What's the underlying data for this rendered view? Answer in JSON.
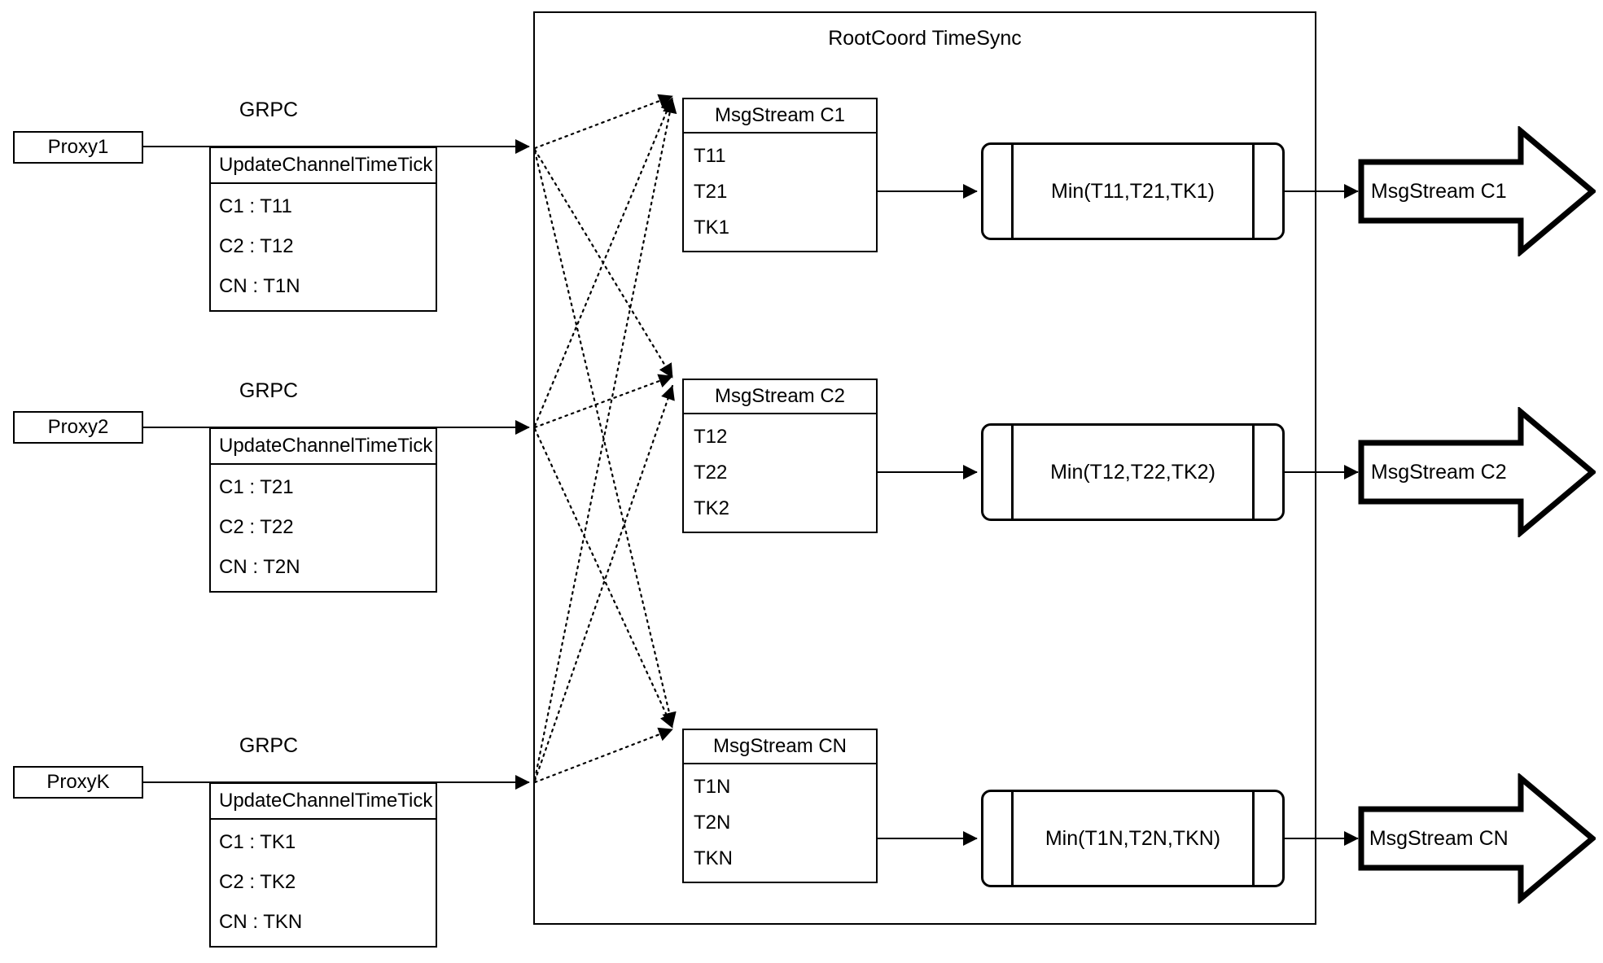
{
  "diagram": {
    "title": "RootCoord TimeSync",
    "stroke_color": "#000000",
    "background_color": "#ffffff"
  },
  "proxies": [
    {
      "name": "Proxy1",
      "link_label": "GRPC",
      "request": {
        "title": "UpdateChannelTimeTick",
        "rows": [
          "C1 :  T11",
          "C2 :  T12",
          "CN : T1N"
        ]
      }
    },
    {
      "name": "Proxy2",
      "link_label": "GRPC",
      "request": {
        "title": "UpdateChannelTimeTick",
        "rows": [
          "C1 :  T21",
          "C2 :  T22",
          "CN : T2N"
        ]
      }
    },
    {
      "name": "ProxyK",
      "link_label": "GRPC",
      "request": {
        "title": "UpdateChannelTimeTick",
        "rows": [
          "C1 :  TK1",
          "C2 :  TK2",
          "CN : TKN"
        ]
      }
    }
  ],
  "channels": [
    {
      "collector": {
        "title": "MsgStream C1",
        "rows": [
          "T11",
          "T21",
          "TK1"
        ]
      },
      "process": "Min(T11,T21,TK1)",
      "output": "MsgStream C1"
    },
    {
      "collector": {
        "title": "MsgStream C2",
        "rows": [
          "T12",
          "T22",
          "TK2"
        ]
      },
      "process": "Min(T12,T22,TK2)",
      "output": "MsgStream C2"
    },
    {
      "collector": {
        "title": "MsgStream CN",
        "rows": [
          "T1N",
          "T2N",
          "TKN"
        ]
      },
      "process": "Min(T1N,T2N,TKN)",
      "output": "MsgStream CN"
    }
  ]
}
